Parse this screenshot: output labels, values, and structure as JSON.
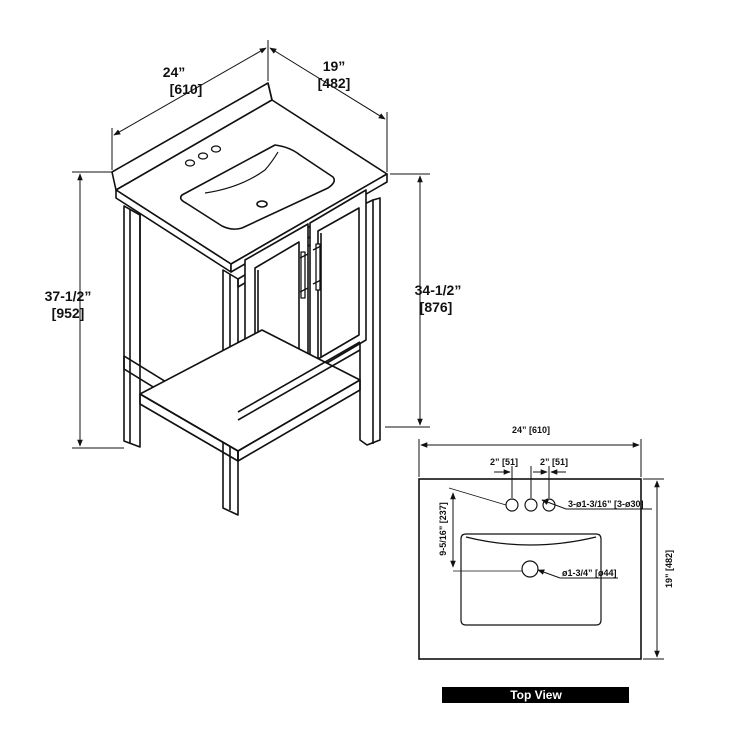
{
  "vanity": {
    "width": "24”",
    "width_mm": "[610]",
    "depth": "19”",
    "depth_mm": "[482]",
    "total_height": "37-1/2”",
    "total_height_mm": "[952]",
    "counter_height": "34-1/2”",
    "counter_height_mm": "[876]"
  },
  "top_view": {
    "title": "Top View",
    "width_label": "24” [610]",
    "depth_label": "19” [482]",
    "hole_spacing_1": "2” [51]",
    "hole_spacing_2": "2” [51]",
    "faucet_holes": "3-ø1-3/16” [3-ø30]",
    "drain_offset": "9-5/16” [237]",
    "drain_diameter": "ø1-3/4” [ø44]"
  },
  "colors": {
    "line": "#111111",
    "label_bar": "#000000",
    "background": "#ffffff"
  }
}
